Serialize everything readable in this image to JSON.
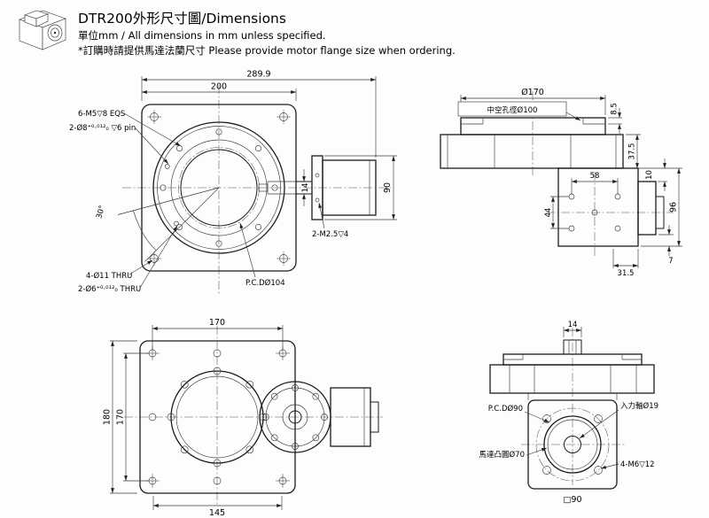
{
  "header": {
    "title": "DTR200外形尺寸圖/Dimensions",
    "subtitle": "單位mm / All dimensions in mm unless specified.",
    "note": "*訂購時請提供馬達法蘭尺寸 Please provide motor flange size when ordering."
  },
  "front_view": {
    "dim_overall_width": "289.9",
    "dim_body_width": "200",
    "dim_adapter_height": "90",
    "dim_shaft_width": "14",
    "label_tapped_holes": "6-M5▽8 EQS",
    "label_pin_holes": "2-Ø8⁺⁰·⁰¹²₀ ▽6 pin",
    "label_angle": "30°",
    "label_thru_holes": "4-Ø11 THRU",
    "label_dowel_holes": "2-Ø6⁺⁰·⁰¹²₀ THRU",
    "label_pcd": "P.C.DØ104",
    "label_adapter_screws": "2-M2.5▽4"
  },
  "side_view": {
    "dim_table_diameter": "Ø170",
    "label_hollow_bore": "中空孔徑Ø100",
    "dim_step": "8.5",
    "dim_table_thickness": "37.5",
    "dim_hole_span_h": "58",
    "dim_hole_span_v": "44",
    "dim_flange_step": "10",
    "dim_body_height": "96",
    "dim_bottom_step": "7",
    "dim_flange_width": "31.5"
  },
  "bottom_view": {
    "dim_hole_span_top": "170",
    "dim_plate_height": "180",
    "dim_hole_span_left": "170",
    "dim_bottom_span": "145"
  },
  "motor_view": {
    "dim_coupling_width": "14",
    "label_pcd": "P.C.DØ90",
    "label_input_shaft": "入力軸Ø19",
    "label_motor_boss": "馬達凸圓Ø70",
    "label_mount_holes": "4-M6▽12",
    "label_square_size": "□90"
  }
}
